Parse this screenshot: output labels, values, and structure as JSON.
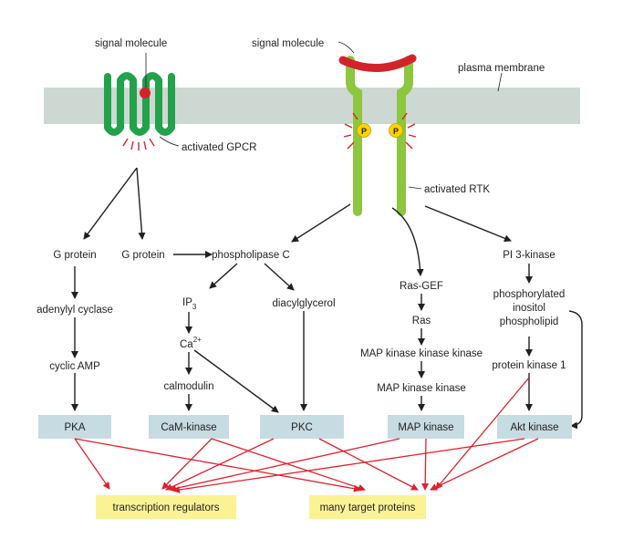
{
  "colors": {
    "membrane": "#cdd8d3",
    "gpcr": "#22a24a",
    "rtk": "#8dc63f",
    "ligand": "#d2232a",
    "phospho": "#ffd200",
    "kinase_box": "#c7dbe3",
    "output_box": "#fbf294",
    "black_arrow": "#231f20",
    "red_arrow": "#e0202b"
  },
  "labels": {
    "signal_molecule_left": "signal molecule",
    "signal_molecule_right": "signal molecule",
    "plasma_membrane": "plasma membrane",
    "activated_gpcr": "activated GPCR",
    "activated_rtk": "activated RTK",
    "phospho_mark": "P"
  },
  "nodes": {
    "g_protein_1": "G protein",
    "g_protein_2": "G protein",
    "phospholipase_c": "phospholipase C",
    "adenylyl_cyclase": "adenylyl cyclase",
    "cyclic_amp": "cyclic AMP",
    "ip3_main": "IP",
    "ip3_sub": "3",
    "ca_main": "Ca",
    "ca_sup": "2+",
    "calmodulin": "calmodulin",
    "diacylglycerol": "diacylglycerol",
    "ras_gef": "Ras-GEF",
    "ras": "Ras",
    "mapkkk": "MAP kinase kinase kinase",
    "mapkk": "MAP kinase kinase",
    "pi3_kinase": "PI 3-kinase",
    "phosphorylated_inositol_1": "phosphorylated",
    "phosphorylated_inositol_2": "inositol",
    "phosphorylated_inositol_3": "phospholipid",
    "protein_kinase_1": "protein kinase 1"
  },
  "kinase_boxes": [
    "PKA",
    "CaM-kinase",
    "PKC",
    "MAP kinase",
    "Akt kinase"
  ],
  "output_boxes": [
    "transcription regulators",
    "many target proteins"
  ]
}
